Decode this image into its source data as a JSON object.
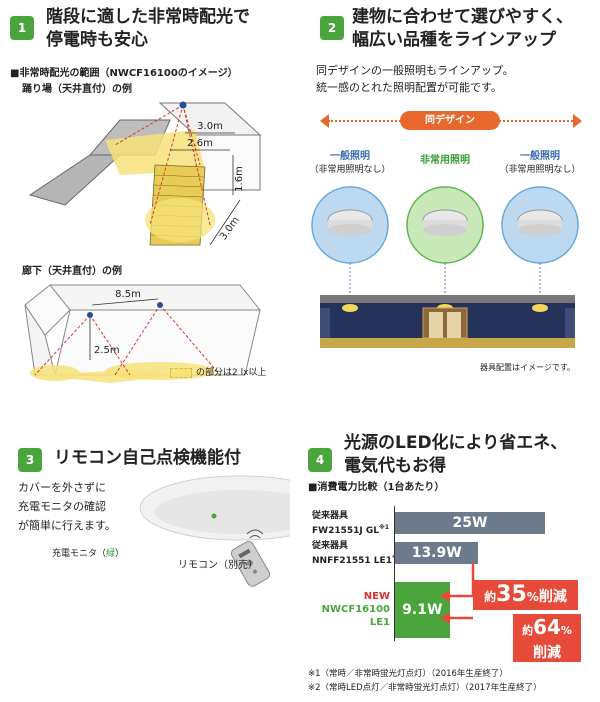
{
  "feature1": {
    "number": "1",
    "title_line1": "階段に適した非常時配光で",
    "title_line2": "停電時も安心",
    "subtitle": "■非常時配光の範囲（NWCF16100のイメージ）",
    "stairs_label": "踊り場（天井直付）の例",
    "stairs_dims": {
      "d1": "3.0m",
      "d2": "2.6m",
      "d3": "1.6m",
      "d4": "3.0m"
    },
    "corridor_label": "廊下（天井直付）の例",
    "corridor_dims": {
      "width": "8.5m",
      "height": "2.5m"
    },
    "legend_text": "の部分は2 lx以上"
  },
  "feature2": {
    "number": "2",
    "title_line1": "建物に合わせて選びやすく、",
    "title_line2": "幅広い品種をラインアップ",
    "desc_line1": "同デザインの一般照明もラインアップ。",
    "desc_line2": "統一感のとれた照明配置が可能です。",
    "same_design_label": "同デザイン",
    "lights": [
      {
        "name": "一般照明",
        "sub": "（非常用照明なし）",
        "color": "#3c6fb0"
      },
      {
        "name": "非常用照明",
        "sub": "",
        "color": "#3a9d3a"
      },
      {
        "name": "一般照明",
        "sub": "（非常用照明なし）",
        "color": "#3c6fb0"
      }
    ],
    "note": "器具配置はイメージです。"
  },
  "feature3": {
    "number": "3",
    "title": "リモコン自己点検機能付",
    "desc_line1": "カバーを外さずに",
    "desc_line2": "充電モニタの確認",
    "desc_line3": "が簡単に行えます。",
    "monitor_label": "充電モニタ（",
    "monitor_color_word": "緑",
    "monitor_label_end": "）",
    "remote_label": "リモコン（別売）"
  },
  "feature4": {
    "number": "4",
    "title_line1": "光源のLED化により省エネ、",
    "title_line2": "電気代もお得",
    "subtitle": "■消費電力比較（1台あたり）",
    "rows": [
      {
        "label1": "従来器具",
        "label2": "FW21551J GL",
        "mark": "※1",
        "value": "25W",
        "fraction": 1.0,
        "color": "#6d7a8c"
      },
      {
        "label1": "従来器具",
        "label2": "NNFF21551 LE1",
        "mark": "※2",
        "value": "13.9W",
        "fraction": 0.556,
        "color": "#6d7a8c"
      },
      {
        "label1": "NEW",
        "label2": "NWCF16100",
        "label3": "LE1",
        "mark": "",
        "value": "9.1W",
        "fraction": 0.364,
        "color": "#4aa63c"
      }
    ],
    "reduction1": {
      "prefix": "約",
      "num": "35",
      "unit": "%",
      "suffix": "削減"
    },
    "reduction2": {
      "prefix": "約",
      "num": "64",
      "unit": "%",
      "suffix": "削減"
    },
    "footnote1": "※1（常時／非常時蛍光灯点灯）（2016年生産終了）",
    "footnote2": "※2（常時LED点灯／非常時蛍光灯点灯）（2017年生産終了）"
  }
}
